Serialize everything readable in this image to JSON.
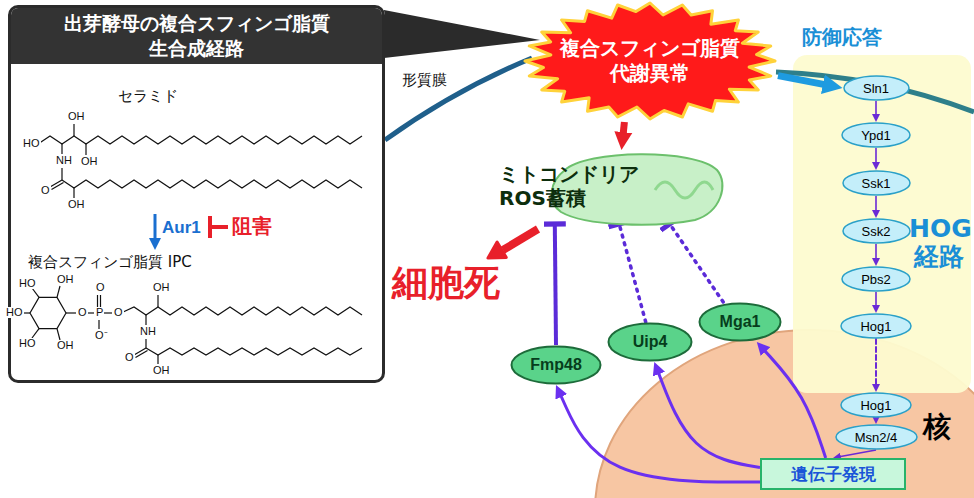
{
  "diagram": {
    "nodes": [
      {
        "text": [
          "出芽酵母の複合スフィンゴ脂質 生合成経路"
        ]
      },
      {
        "text": [
          "複合スフィンゴ脂質 代謝異常"
        ]
      },
      {
        "text": [
          "HOG 経路"
        ]
      },
      {
        "text": [
          "Sln1"
        ],
        "in": 2
      },
      {
        "text": [
          "Ypd1"
        ],
        "in": 2
      },
      {
        "text": [
          "Ssk1"
        ],
        "in": 2
      },
      {
        "text": [
          "Ssk2"
        ],
        "in": 2
      },
      {
        "text": [
          "Pbs2"
        ],
        "in": 2
      },
      {
        "text": [
          "Hog1"
        ],
        "in": 2
      },
      {
        "text": [
          "ミトコンドリア ROS蓄積"
        ]
      },
      {
        "text": [
          "核"
        ]
      },
      {
        "text": [
          "Hog1"
        ],
        "in": 10
      },
      {
        "text": [
          "Msn2/4"
        ],
        "in": 10
      },
      {
        "text": [
          "遺伝子発現"
        ],
        "in": 10
      },
      {
        "text": [
          "Fmp48"
        ]
      },
      {
        "text": [
          "Uip4"
        ]
      },
      {
        "text": [
          "Mga1"
        ]
      }
    ],
    "edges": [
      {
        "from": 1,
        "to": 3,
        "arrow": "to"
      },
      {
        "from": 1,
        "to": 9,
        "arrow": "to"
      },
      {
        "from": 3,
        "to": 4,
        "arrow": "to"
      },
      {
        "from": 4,
        "to": 5,
        "arrow": "to"
      },
      {
        "from": 5,
        "to": 6,
        "arrow": "to"
      },
      {
        "from": 6,
        "to": 7,
        "arrow": "to"
      },
      {
        "from": 7,
        "to": 8,
        "arrow": "to"
      },
      {
        "from": 8,
        "to": 11,
        "arrow": "to"
      },
      {
        "from": 11,
        "to": 12,
        "arrow": "to"
      },
      {
        "from": 12,
        "to": 13,
        "arrow": "to"
      },
      {
        "from": 13,
        "to": 14,
        "arrow": "to"
      },
      {
        "from": 13,
        "to": 15,
        "arrow": "to"
      },
      {
        "from": 13,
        "to": 16,
        "arrow": "to"
      },
      {
        "from": 14,
        "to": 9,
        "arrow": "to"
      },
      {
        "from": 15,
        "to": 9,
        "arrow": "to"
      },
      {
        "from": 16,
        "to": 9,
        "arrow": "to"
      }
    ],
    "labels": [
      "セラミド",
      "Aur1",
      "阻害",
      "複合スフィンゴ脂質 IPC",
      "形質膜",
      "防御応答",
      "細胞死",
      "OH",
      "HO",
      "NH",
      "OH",
      "O",
      "OH",
      "OH",
      "HO",
      "HO",
      "HO",
      "OH",
      "O",
      "P",
      "O",
      "O⁻",
      "O",
      "OH",
      "NH",
      "O",
      "OH"
    ]
  }
}
